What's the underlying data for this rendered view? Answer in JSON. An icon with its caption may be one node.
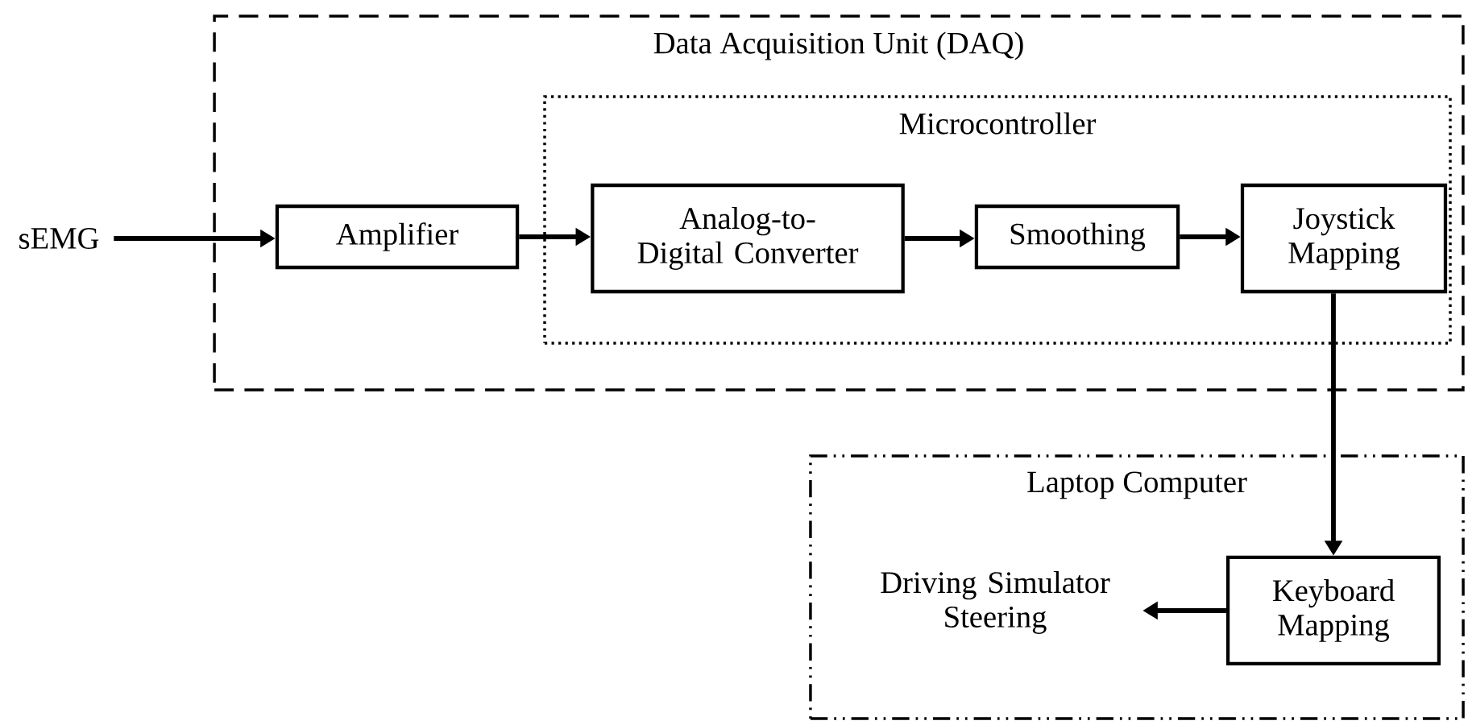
{
  "diagram": {
    "nodes": [
      {
        "text": [
          "Data Acquisition Unit (DAQ)"
        ]
      },
      {
        "text": [
          "Microcontroller"
        ],
        "in": 0
      },
      {
        "text": [
          "sEMG"
        ]
      },
      {
        "text": [
          "Amplifier"
        ],
        "in": 0
      },
      {
        "text": [
          "Analog-to-Digital Converter"
        ],
        "in": 1
      },
      {
        "text": [
          "Smoothing"
        ],
        "in": 1
      },
      {
        "text": [
          "Joystick Mapping"
        ],
        "in": 1
      },
      {
        "text": [
          "Laptop Computer"
        ]
      },
      {
        "text": [
          "Keyboard Mapping"
        ],
        "in": 7
      },
      {
        "text": [
          "Driving Simulator Steering"
        ],
        "in": 7
      }
    ],
    "edges": [
      {
        "from": 2,
        "to": 3,
        "arrow": "to"
      },
      {
        "from": 3,
        "to": 4,
        "arrow": "to"
      },
      {
        "from": 4,
        "to": 5,
        "arrow": "to"
      },
      {
        "from": 5,
        "to": 6,
        "arrow": "to"
      },
      {
        "from": 6,
        "to": 8,
        "arrow": "to"
      },
      {
        "from": 8,
        "to": 9,
        "arrow": "to"
      }
    ]
  }
}
